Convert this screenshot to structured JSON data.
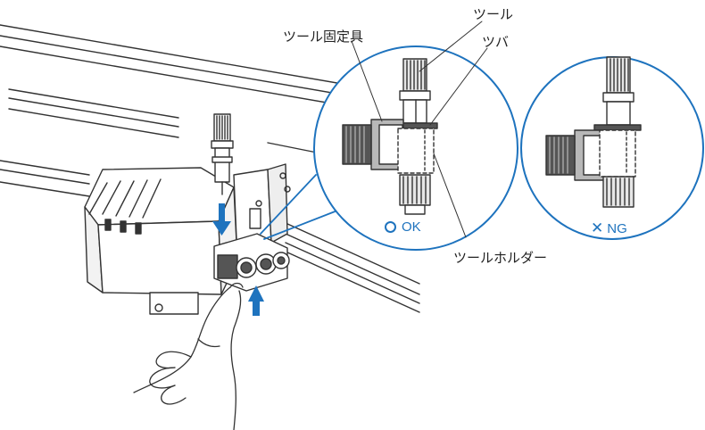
{
  "labels": {
    "tool_holder_fixture": "ツール固定具",
    "tool": "ツール",
    "flange": "ツバ",
    "tool_holder": "ツールホルダー"
  },
  "status": {
    "ok_text": "OK",
    "ng_text": "NG",
    "ng_mark": "✕"
  },
  "colors": {
    "accent_blue": "#1e73be",
    "outline": "#333333",
    "light_gray": "#e6e6e6",
    "mid_gray": "#b8b8b8",
    "dark_gray": "#555555"
  },
  "icons": [
    "down-arrow-icon",
    "up-arrow-icon",
    "ok-circle-icon",
    "ng-cross-icon"
  ]
}
